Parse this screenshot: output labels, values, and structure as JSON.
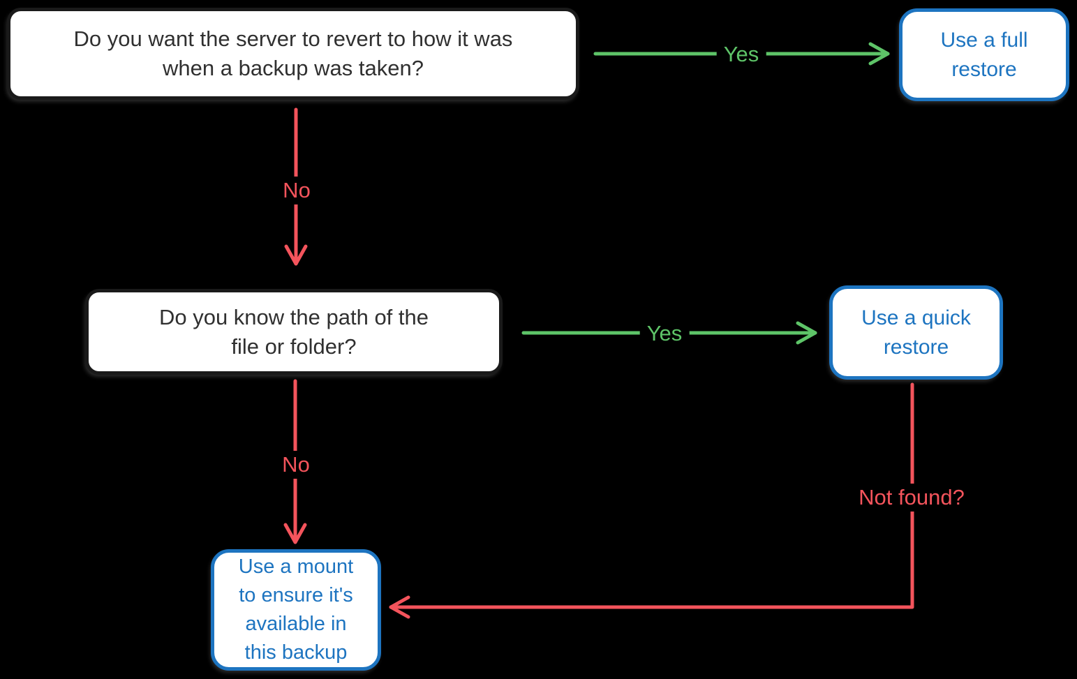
{
  "colors": {
    "background": "#000000",
    "question-border": "#1a1a1a",
    "question-text": "#303030",
    "box-fill": "#ffffff",
    "blue": "#1d74c0",
    "green": "#5ec468",
    "red": "#f4545c"
  },
  "nodes": {
    "question_revert": {
      "text": "Do you want the server to revert to how it was\nwhen a backup was taken?"
    },
    "question_path": {
      "text": "Do you know the path of the\nfile or folder?"
    },
    "full_restore": {
      "text": "Use a full\nrestore"
    },
    "quick_restore": {
      "text": "Use a quick\nrestore"
    },
    "mount": {
      "text": "Use a mount\nto ensure it's\navailable in\nthis backup"
    }
  },
  "edges": {
    "yes_full": {
      "label": "Yes"
    },
    "yes_quick": {
      "label": "Yes"
    },
    "no_path": {
      "label": "No"
    },
    "no_mount": {
      "label": "No"
    },
    "not_found": {
      "label": "Not found?"
    }
  }
}
